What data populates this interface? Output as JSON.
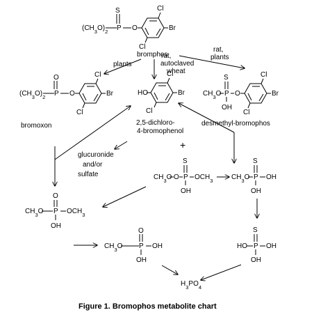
{
  "caption": "Figure 1.  Bromophos metabolite chart",
  "compounds": {
    "bromphos": {
      "name": "bromphos",
      "left": "(CH3O)2",
      "atoms": {
        "S": "S",
        "P": "P",
        "O": "O",
        "Cl_top": "Cl",
        "Cl_bottom": "Cl",
        "Br": "Br"
      }
    },
    "bromoxon": {
      "name": "bromoxon",
      "left": "(CH3O)2",
      "atoms": {
        "O_dbl": "O",
        "P": "P",
        "O": "O",
        "Cl_top": "Cl",
        "Cl_bottom": "Cl",
        "Br": "Br"
      }
    },
    "dichlorobromophenol": {
      "name_line1": "2,5-dichloro-",
      "name_line2": "4-bromophenol",
      "atoms": {
        "HO": "HO",
        "Cl_top": "Cl",
        "Cl_bottom": "Cl",
        "Br": "Br"
      }
    },
    "desmethyl_bromophos": {
      "name": "desmethyl-bromophos",
      "atoms": {
        "S": "S",
        "CH3O": "CH3O",
        "P": "P",
        "O": "O",
        "OH": "OH",
        "Cl_top": "Cl",
        "Cl_bottom": "Cl",
        "Br": "Br"
      }
    },
    "trimethyl_phosphorothioate": {
      "atoms": {
        "S": "S",
        "CH3O": "CH3O",
        "O": "O",
        "P": "P",
        "OCH3": "OCH3",
        "OH": "OH"
      }
    },
    "dimethyl_phosphorothioate": {
      "atoms": {
        "S": "S",
        "CH3O": "CH3O",
        "P": "P",
        "OH_right": "OH",
        "OH_bottom": "OH"
      }
    },
    "dimethyl_phosphate": {
      "atoms": {
        "CH3O": "CH3O",
        "P": "P",
        "OCH3": "OCH3",
        "O_top": "O",
        "OH": "OH"
      }
    },
    "thiophosphoric_acid": {
      "atoms": {
        "S": "S",
        "HO": "HO",
        "P": "P",
        "OH_right": "OH",
        "OH_bottom": "OH"
      }
    },
    "methyl_phosphate": {
      "atoms": {
        "CH3O": "CH3O",
        "P": "P",
        "O_top": "O",
        "OH_right": "OH",
        "OH_bottom": "OH"
      }
    },
    "phosphoric_acid": {
      "formula": "H3PO4"
    }
  },
  "labels": {
    "plants": "plants",
    "rat_autoclaved_line1": "rat,",
    "rat_autoclaved_line2": "autoclaved",
    "rat_autoclaved_line3": "wheat",
    "rat_plants_line1": "rat,",
    "rat_plants_line2": "plants",
    "glucuronide_line1": "glucuronide",
    "glucuronide_line2": "and/or",
    "glucuronide_line3": "sulfate",
    "plus": "+"
  }
}
